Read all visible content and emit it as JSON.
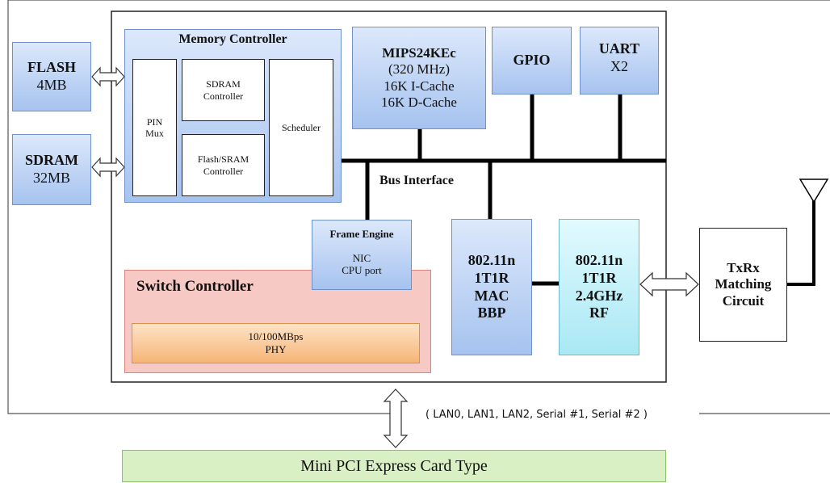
{
  "memory_controller": {
    "title": "Memory Controller",
    "pin_mux": "PIN Mux",
    "sdram_controller": "SDRAM Controller",
    "flash_sram_controller": "Flash/SRAM Controller",
    "scheduler": "Scheduler"
  },
  "flash": {
    "name": "FLASH",
    "size": "4MB"
  },
  "sdram": {
    "name": "SDRAM",
    "size": "32MB"
  },
  "cpu": {
    "name": "MIPS24KEc",
    "freq": "(320 MHz)",
    "icache": "16K I-Cache",
    "dcache": "16K D-Cache"
  },
  "gpio": {
    "name": "GPIO"
  },
  "uart": {
    "name": "UART",
    "count": "X2"
  },
  "bus_interface": "Bus Interface",
  "frame_engine": {
    "title": "Frame Engine",
    "line1": "NIC",
    "line2": "CPU port"
  },
  "switch_controller": {
    "title": "Switch Controller",
    "phy_line1": "10/100MBps",
    "phy_line2": "PHY"
  },
  "mac": {
    "l1": "802.11n",
    "l2": "1T1R",
    "l3": "MAC",
    "l4": "BBP"
  },
  "rf": {
    "l1": "802.11n",
    "l2": "1T1R",
    "l3": "2.4GHz",
    "l4": "RF"
  },
  "matching": {
    "l1": "TxRx",
    "l2": "Matching",
    "l3": "Circuit"
  },
  "interfaces_label": "( LAN0, LAN1, LAN2, Serial #1, Serial #2 )",
  "card_type": "Mini PCI Express Card Type",
  "colors": {
    "blue_fill": "#a6c3ef",
    "switch_fill": "#f7c9c4",
    "phy_fill": "#f8c58f",
    "rf_fill": "#bfeff8",
    "card_fill": "#d8f0c4"
  }
}
